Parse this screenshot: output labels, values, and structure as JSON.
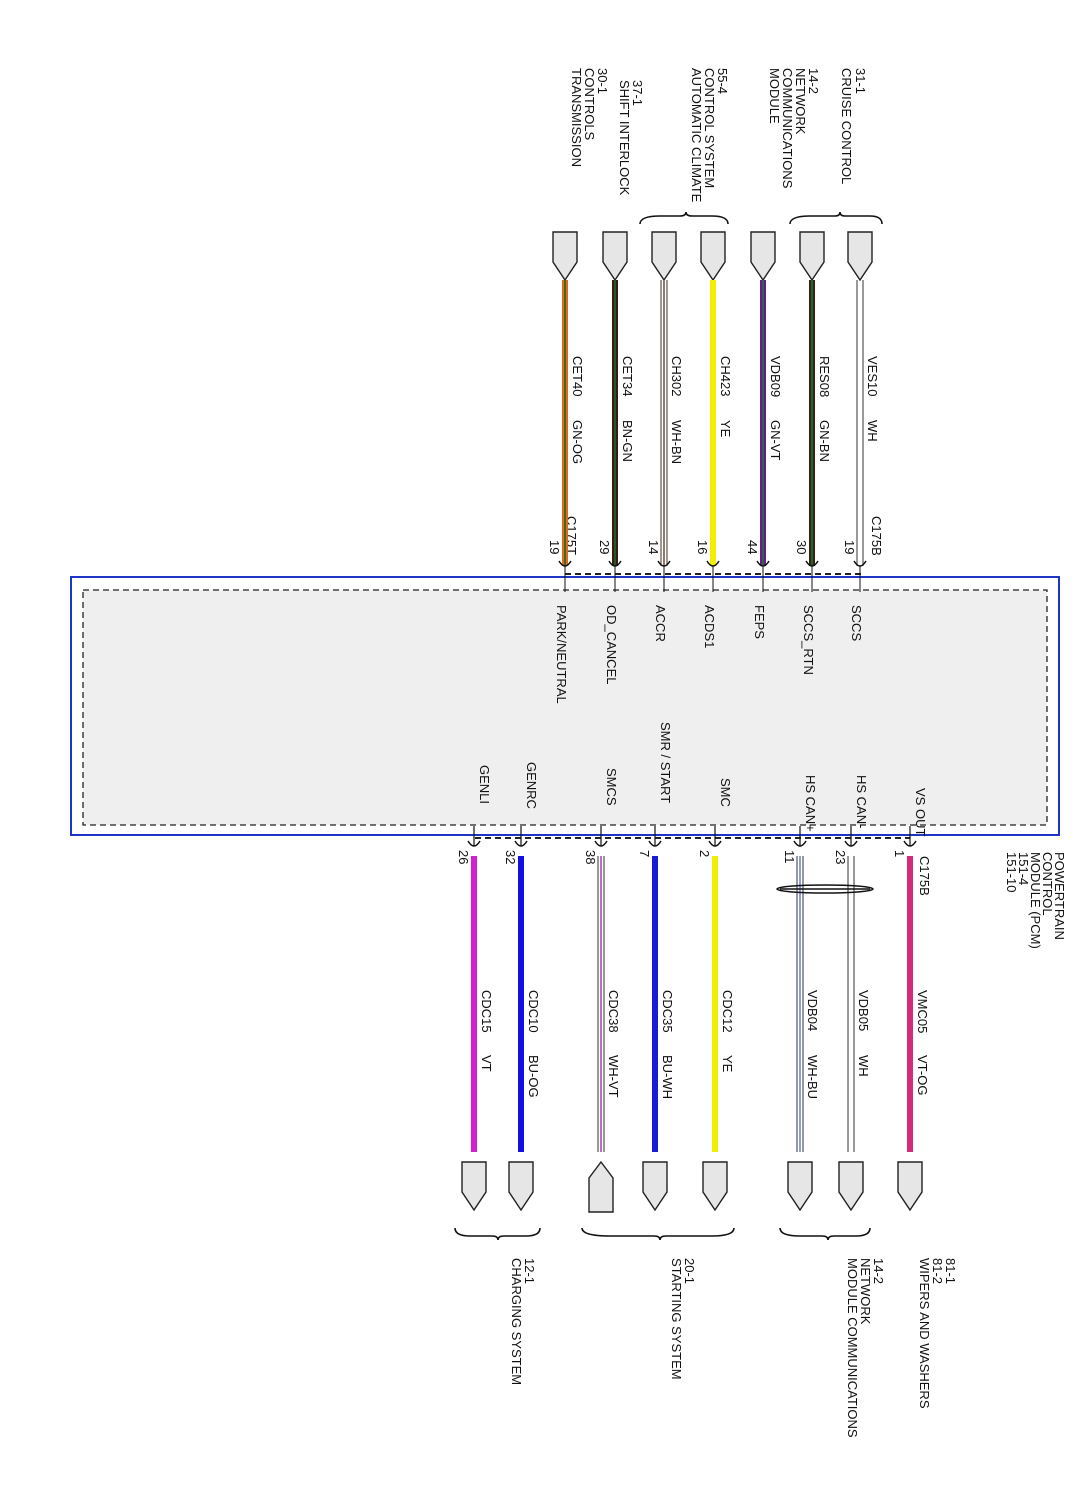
{
  "module": {
    "title_lines": [
      "POWERTRAIN",
      "CONTROL",
      "MODULE (PCM)",
      "151-4",
      "151-10"
    ],
    "connector_top": "C175B",
    "connector_bottom": "C175T",
    "frame_color": "#1f35c8"
  },
  "upper_circuits": [
    {
      "pin": "19",
      "signal": "SCCS",
      "circuit": "VES10",
      "color_code": "WH",
      "wire_color": "#ffffff",
      "stripe_color": ""
    },
    {
      "pin": "30",
      "signal": "SCCS_RTN",
      "circuit": "RES08",
      "color_code": "GN-BN",
      "wire_color": "#3a1f1a",
      "stripe_color": "#1a7a2a"
    },
    {
      "pin": "44",
      "signal": "FEPS",
      "circuit": "VDB09",
      "color_code": "GN-VT",
      "wire_color": "#6a1a8a",
      "stripe_color": "#1a7a2a"
    },
    {
      "pin": "16",
      "signal": "ACDS1",
      "circuit": "CH423",
      "color_code": "YE",
      "wire_color": "#f2ee00",
      "stripe_color": ""
    },
    {
      "pin": "14",
      "signal": "ACCR",
      "circuit": "CH302",
      "color_code": "WH-BN",
      "wire_color": "#ffffff",
      "stripe_color": "#7a4a2a"
    },
    {
      "pin": "29",
      "signal": "OD_CANCEL",
      "circuit": "CET34",
      "color_code": "BN-GN",
      "wire_color": "#3a1a12",
      "stripe_color": "#1a6a2a"
    },
    {
      "pin": "19",
      "signal": "PARK/NEUTRAL",
      "circuit": "CET40",
      "color_code": "GN-OG",
      "wire_color": "#e06a1a",
      "stripe_color": "#1a6a2a"
    }
  ],
  "upper_destinations": [
    {
      "lines": [
        "CRUISE CONTROL",
        "31-1"
      ]
    },
    {
      "lines": [
        "MODULE",
        "COMMUNICATIONS",
        "NETWORK",
        "14-2"
      ]
    },
    {
      "lines": [
        "AUTOMATIC CLIMATE",
        "CONTROL SYSTEM",
        "55-4"
      ]
    },
    {
      "lines": [
        "SHIFT INTERLOCK",
        "37-1"
      ]
    },
    {
      "lines": [
        "TRANSMISSION",
        "CONTROLS",
        "30-1"
      ]
    }
  ],
  "lower_circuits": [
    {
      "pin": "1",
      "signal": "VS OUT",
      "circuit": "VMC05",
      "color_code": "VT-OG",
      "wire_color": "#d62a7a",
      "stripe_color": ""
    },
    {
      "pin": "23",
      "signal": "HS CAN-",
      "circuit": "VDB05",
      "color_code": "WH",
      "wire_color": "#ffffff",
      "stripe_color": ""
    },
    {
      "pin": "11",
      "signal": "HS CAN+",
      "circuit": "VDB04",
      "color_code": "WH-BU",
      "wire_color": "#ffffff",
      "stripe_color": "#6a7ad0"
    },
    {
      "pin": "2",
      "signal": "SMC",
      "circuit": "CDC12",
      "color_code": "YE",
      "wire_color": "#f2ee00",
      "stripe_color": ""
    },
    {
      "pin": "7",
      "signal": "SMR / START",
      "circuit": "CDC35",
      "color_code": "BU-WH",
      "wire_color": "#1a1ad8",
      "stripe_color": ""
    },
    {
      "pin": "38",
      "signal": "SMCS",
      "circuit": "CDC38",
      "color_code": "WH-VT",
      "wire_color": "#ffffff",
      "stripe_color": "#b03ab0"
    },
    {
      "pin": "32",
      "signal": "GENRC",
      "circuit": "CDC10",
      "color_code": "BU-OG",
      "wire_color": "#1010e0",
      "stripe_color": ""
    },
    {
      "pin": "26",
      "signal": "GENLI",
      "circuit": "CDC15",
      "color_code": "VT",
      "wire_color": "#d020d0",
      "stripe_color": ""
    }
  ],
  "lower_destinations": [
    {
      "lines": [
        "WIPERS AND WASHERS",
        "81-2",
        "81-1"
      ]
    },
    {
      "lines": [
        "MODULE COMMUNICATIONS",
        "NETWORK",
        "14-2"
      ]
    },
    {
      "lines": [
        "STARTING SYSTEM",
        "20-1"
      ]
    },
    {
      "lines": [
        "CHARGING SYSTEM",
        "12-1"
      ]
    }
  ]
}
